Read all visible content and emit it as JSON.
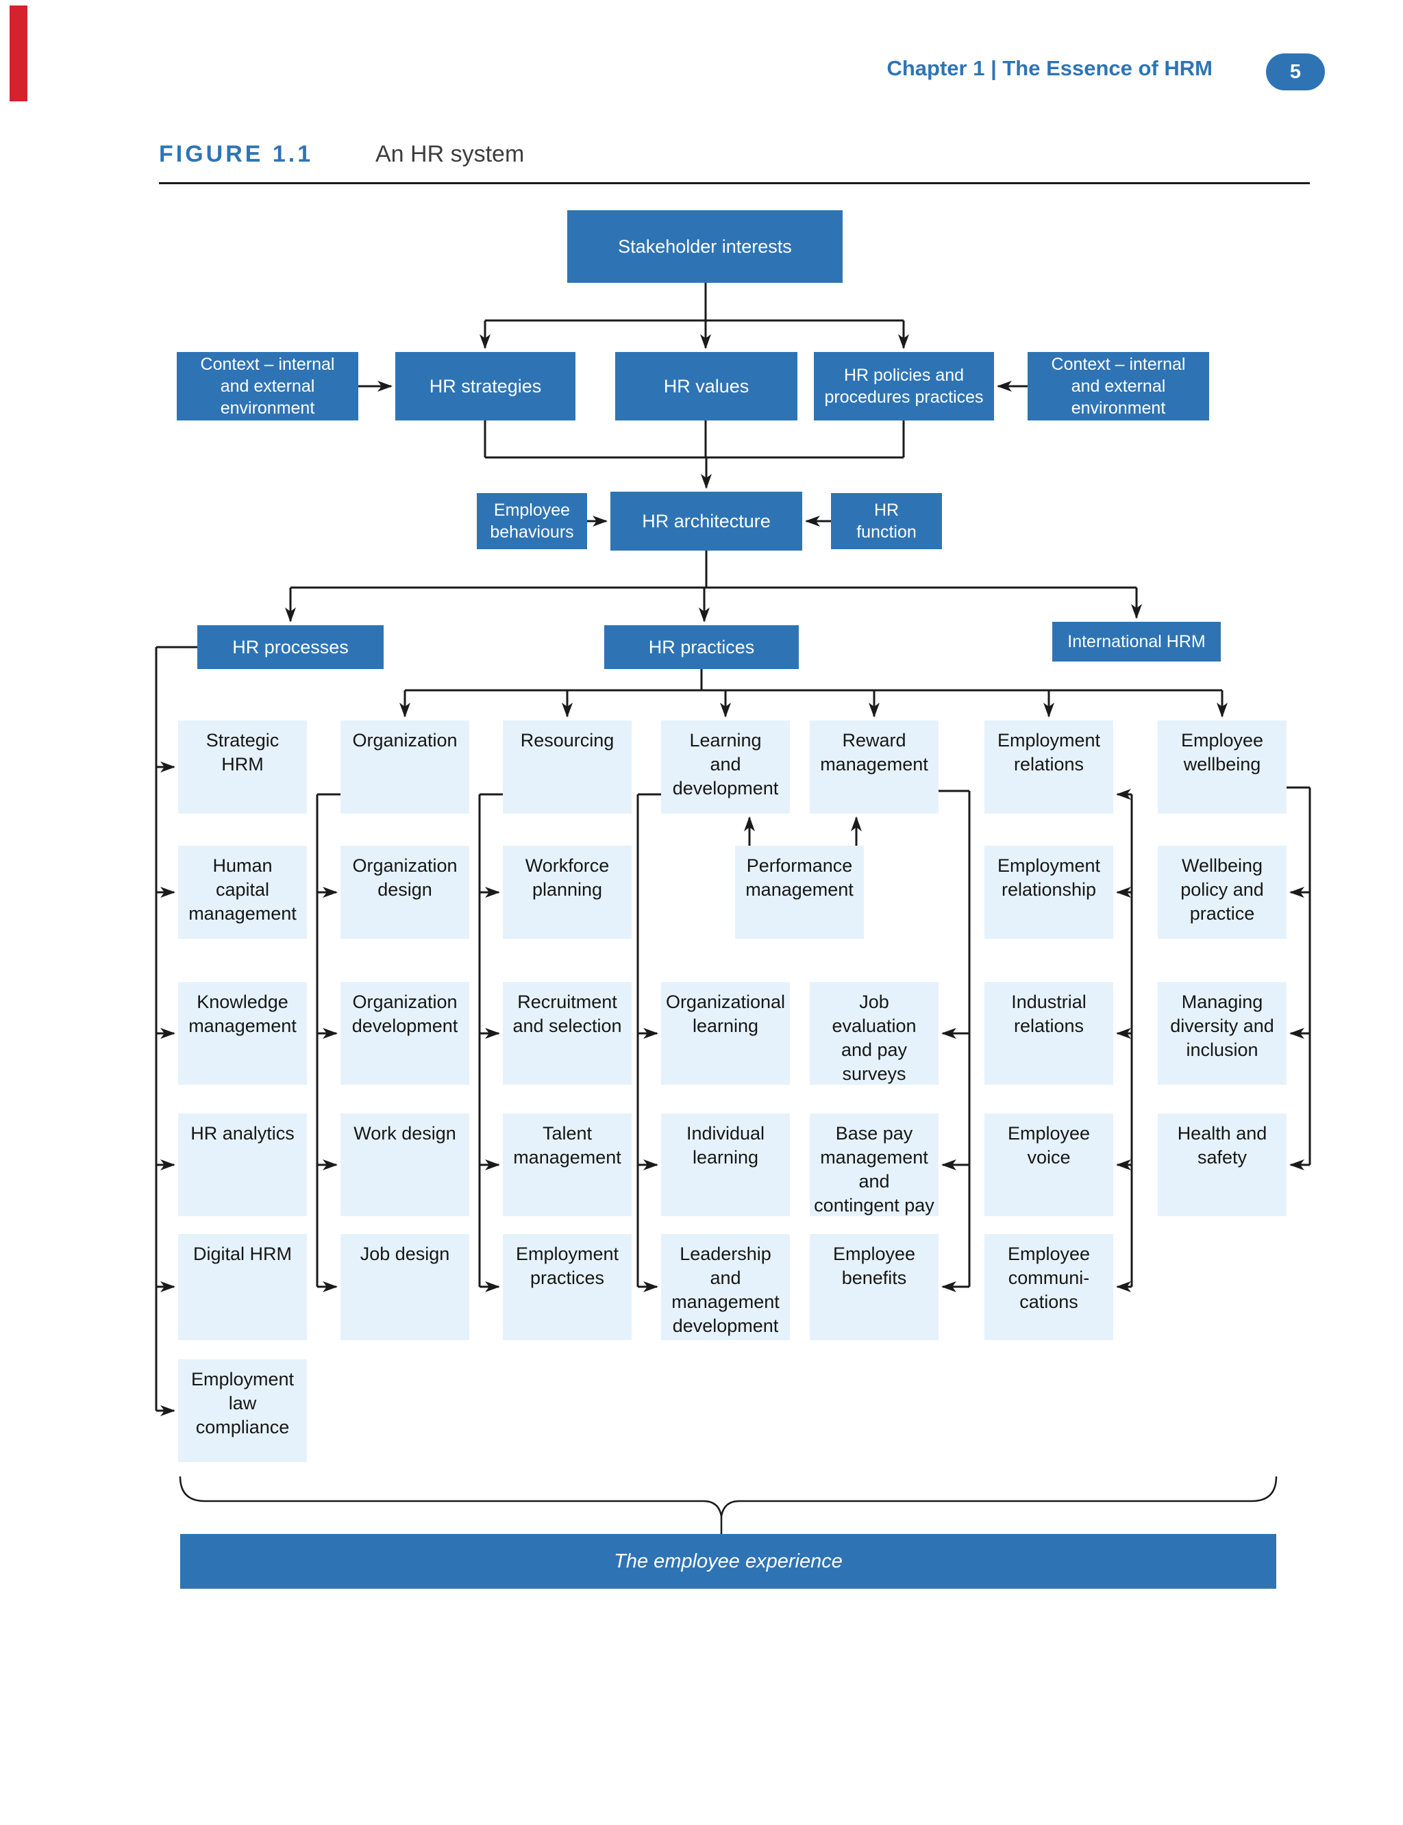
{
  "header": {
    "chapter": "Chapter 1 | The Essence of HRM",
    "page_number": "5"
  },
  "figure": {
    "label": "FIGURE 1.1",
    "title": "An HR system"
  },
  "colors": {
    "accent_blue": "#2E74B5",
    "light_box_blue": "#E6F2FB",
    "line_color": "#1A1A1A",
    "red_tab": "#D5222C"
  },
  "nodes": {
    "stakeholder": "Stakeholder interests",
    "context_left": "Context – internal\nand external\nenvironment",
    "hr_strategies": "HR strategies",
    "hr_values": "HR values",
    "hr_policies": "HR policies and\nprocedures practices",
    "context_right": "Context – internal\nand external\nenvironment",
    "employee_behaviours": "Employee\nbehaviours",
    "hr_architecture": "HR architecture",
    "hr_function": "HR\nfunction",
    "hr_processes": "HR processes",
    "hr_practices": "HR practices",
    "international_hrm": "International HRM",
    "strategic_hrm": "Strategic\nHRM",
    "organization": "Organization",
    "resourcing": "Resourcing",
    "learning_development": "Learning\nand\ndevelopment",
    "reward_management": "Reward\nmanagement",
    "employment_relations": "Employment\nrelations",
    "employee_wellbeing": "Employee\nwellbeing",
    "human_capital": "Human\ncapital\nmanagement",
    "organization_design": "Organization\ndesign",
    "workforce_planning": "Workforce\nplanning",
    "performance_management": "Performance\nmanagement",
    "employment_relationship": "Employment\nrelationship",
    "wellbeing_policy": "Wellbeing\npolicy and\npractice",
    "knowledge_management": "Knowledge\nmanagement",
    "organization_development": "Organization\ndevelopment",
    "recruitment_selection": "Recruitment\nand selection",
    "organizational_learning": "Organizational\nlearning",
    "job_evaluation": "Job\nevaluation\nand pay\nsurveys",
    "industrial_relations": "Industrial\nrelations",
    "managing_diversity": "Managing\ndiversity and\ninclusion",
    "hr_analytics": "HR analytics",
    "work_design": "Work design",
    "talent_management": "Talent\nmanagement",
    "individual_learning": "Individual\nlearning",
    "base_pay": "Base pay\nmanagement\nand\ncontingent pay",
    "employee_voice": "Employee\nvoice",
    "health_safety": "Health and\nsafety",
    "digital_hrm": "Digital HRM",
    "job_design": "Job design",
    "employment_practices": "Employment\npractices",
    "leadership_dev": "Leadership\nand\nmanagement\ndevelopment",
    "employee_benefits": "Employee\nbenefits",
    "employee_communications": "Employee\ncommuni-\ncations",
    "employment_law": "Employment\nlaw\ncompliance"
  },
  "footer": {
    "employee_experience": "The employee experience"
  }
}
